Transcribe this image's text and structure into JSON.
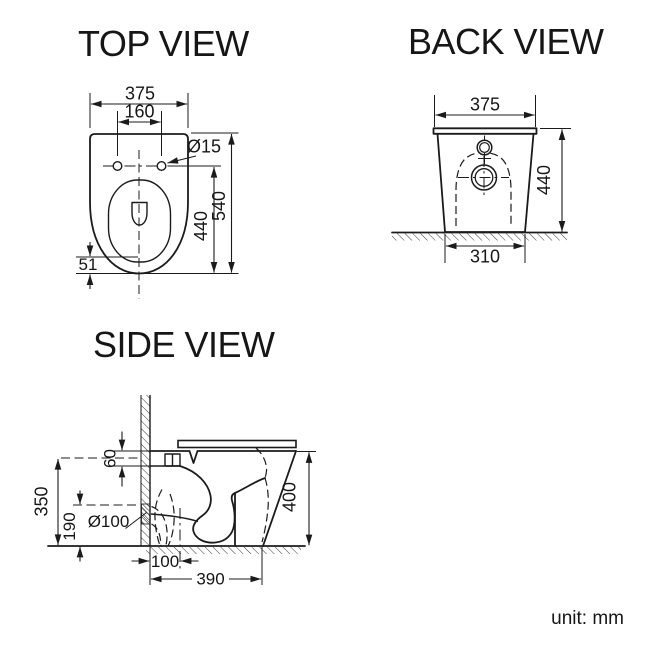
{
  "page": {
    "background": "#ffffff",
    "ink": "#1b1b1b",
    "unit_note": "unit: mm"
  },
  "views": {
    "top": {
      "title": "TOP VIEW",
      "dims": {
        "overall_width": "375",
        "hole_spacing": "160",
        "hole_diameter": "Ø15",
        "holes_to_front": "440",
        "overall_length": "540",
        "back_overhang": "51"
      }
    },
    "back": {
      "title": "BACK VIEW",
      "dims": {
        "top_width": "375",
        "overall_height": "440",
        "base_width": "310"
      }
    },
    "side": {
      "title": "SIDE VIEW",
      "dims": {
        "fixing_band_height": "60",
        "inlet_height": "350",
        "outlet_height": "190",
        "outlet_diameter": "Ø100",
        "outlet_setout": "100",
        "base_depth": "390",
        "overall_height": "400"
      }
    }
  }
}
